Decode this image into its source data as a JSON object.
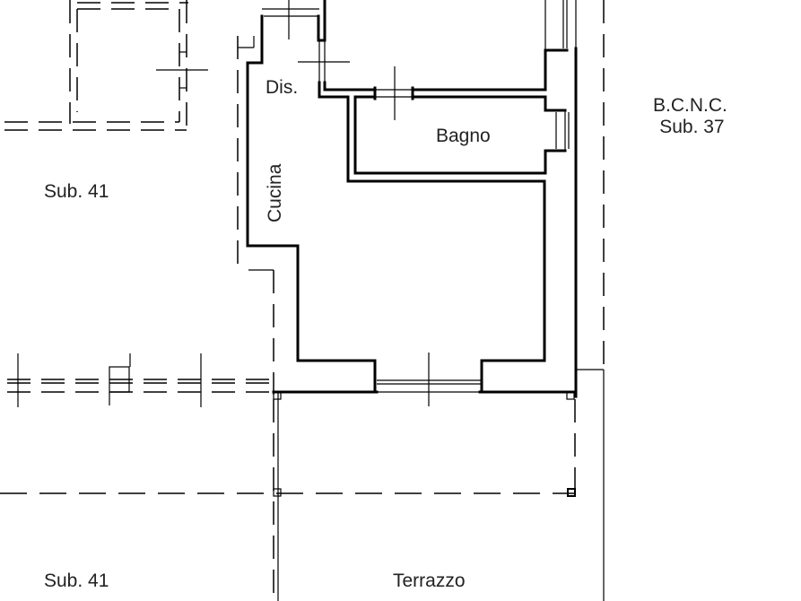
{
  "plan": {
    "rooms": [
      {
        "id": "dis",
        "label": "Dis."
      },
      {
        "id": "bagno",
        "label": "Bagno"
      },
      {
        "id": "cucina",
        "label": "Cucina"
      },
      {
        "id": "terrazzo",
        "label": "Terrazzo"
      }
    ],
    "areas": [
      {
        "id": "sub41_top",
        "label": "Sub. 41"
      },
      {
        "id": "sub41_bottom",
        "label": "Sub. 41"
      },
      {
        "id": "bcnc",
        "line1": "B.C.N.C.",
        "line2": "Sub. 37"
      }
    ],
    "colors": {
      "ink": "#000000",
      "background": "#ffffff",
      "text": "#222222"
    }
  }
}
